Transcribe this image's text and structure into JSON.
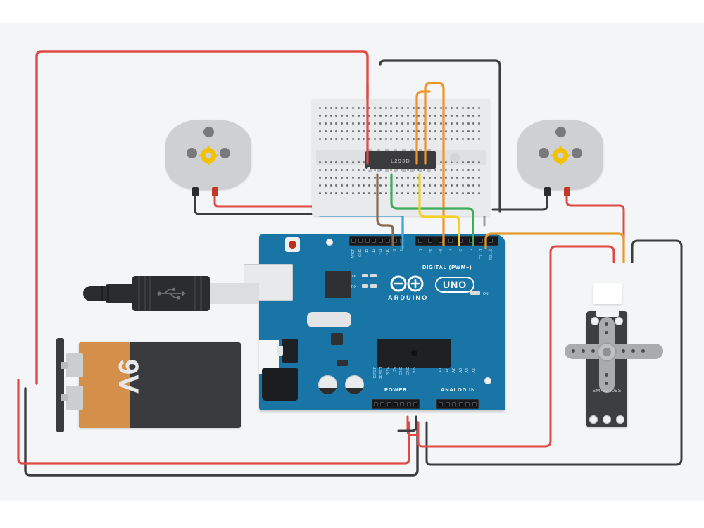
{
  "scene": {
    "title": "Arduino UNO motor driver and servo breadboard circuit",
    "background_color": "#f4f5f7",
    "band_color": "#ffffff"
  },
  "breadboard": {
    "name": "Small solderless breadboard",
    "body_color": "#e9eaec",
    "rows": 10,
    "columns": 30
  },
  "chip": {
    "label": "L293D",
    "name": "Quadruple half-H motor driver IC",
    "package": "DIP-16",
    "body_color": "#3b3b3d",
    "pin_count": 16
  },
  "arduino": {
    "brand": "ARDUINO",
    "model": "UNO",
    "board_color": "#1a75a7",
    "on_label": "ON",
    "led_labels": [
      "TX",
      "RX"
    ],
    "digital_header": {
      "section_label": "DIGITAL (PWM~)",
      "left_group": [
        "AREF",
        "GND",
        "13",
        "12",
        "~11",
        "~10",
        "~9",
        "8"
      ],
      "right_group": [
        "7",
        "~6",
        "~5",
        "4",
        "~3",
        "2",
        "TX→1",
        "RX←0"
      ]
    },
    "power_header": {
      "section_label": "POWER",
      "pins": [
        "IOREF",
        "RESET",
        "3.3V",
        "5V",
        "GND",
        "GND",
        "VIN"
      ]
    },
    "analog_header": {
      "section_label": "ANALOG IN",
      "pins": [
        "A0",
        "A1",
        "A2",
        "A3",
        "A4",
        "A5"
      ]
    }
  },
  "motors": [
    {
      "name": "DC motor left",
      "body_color": "#cfd0d2",
      "gear_color": "#f2c200",
      "terminal_1_color": "#2b2c2f",
      "terminal_2_color": "#c0392b"
    },
    {
      "name": "DC motor right",
      "body_color": "#cfd0d2",
      "gear_color": "#f2c200",
      "terminal_1_color": "#2b2c2f",
      "terminal_2_color": "#c0392b"
    }
  ],
  "battery": {
    "label": "9V",
    "name": "9 volt battery",
    "case_color": "#3a3b3e",
    "wrap_color": "#d4904a",
    "lead_positive_color": "#c0392b",
    "lead_negative_color": "#2b2c2f"
  },
  "servo": {
    "label": "SM-S2309S",
    "name": "Micro servo",
    "body_color": "#3d3e41",
    "horn_color": "#a9abae",
    "wire_colors": [
      "#c0392b",
      "#e59b2a",
      "#2b2c2f"
    ]
  },
  "usb_cable": {
    "name": "USB A to B cable",
    "icon": "usb-icon",
    "plug_color": "#2b2c2f",
    "shell_color": "#dcdddf"
  },
  "wire_colors": {
    "red": "#e04a45",
    "black": "#3b3d40",
    "orange": "#f0932b",
    "yellow": "#f2d027",
    "green": "#3fae5c",
    "blue": "#3fa9dd",
    "brown": "#8a6a4e",
    "gray": "#9a9da1"
  }
}
